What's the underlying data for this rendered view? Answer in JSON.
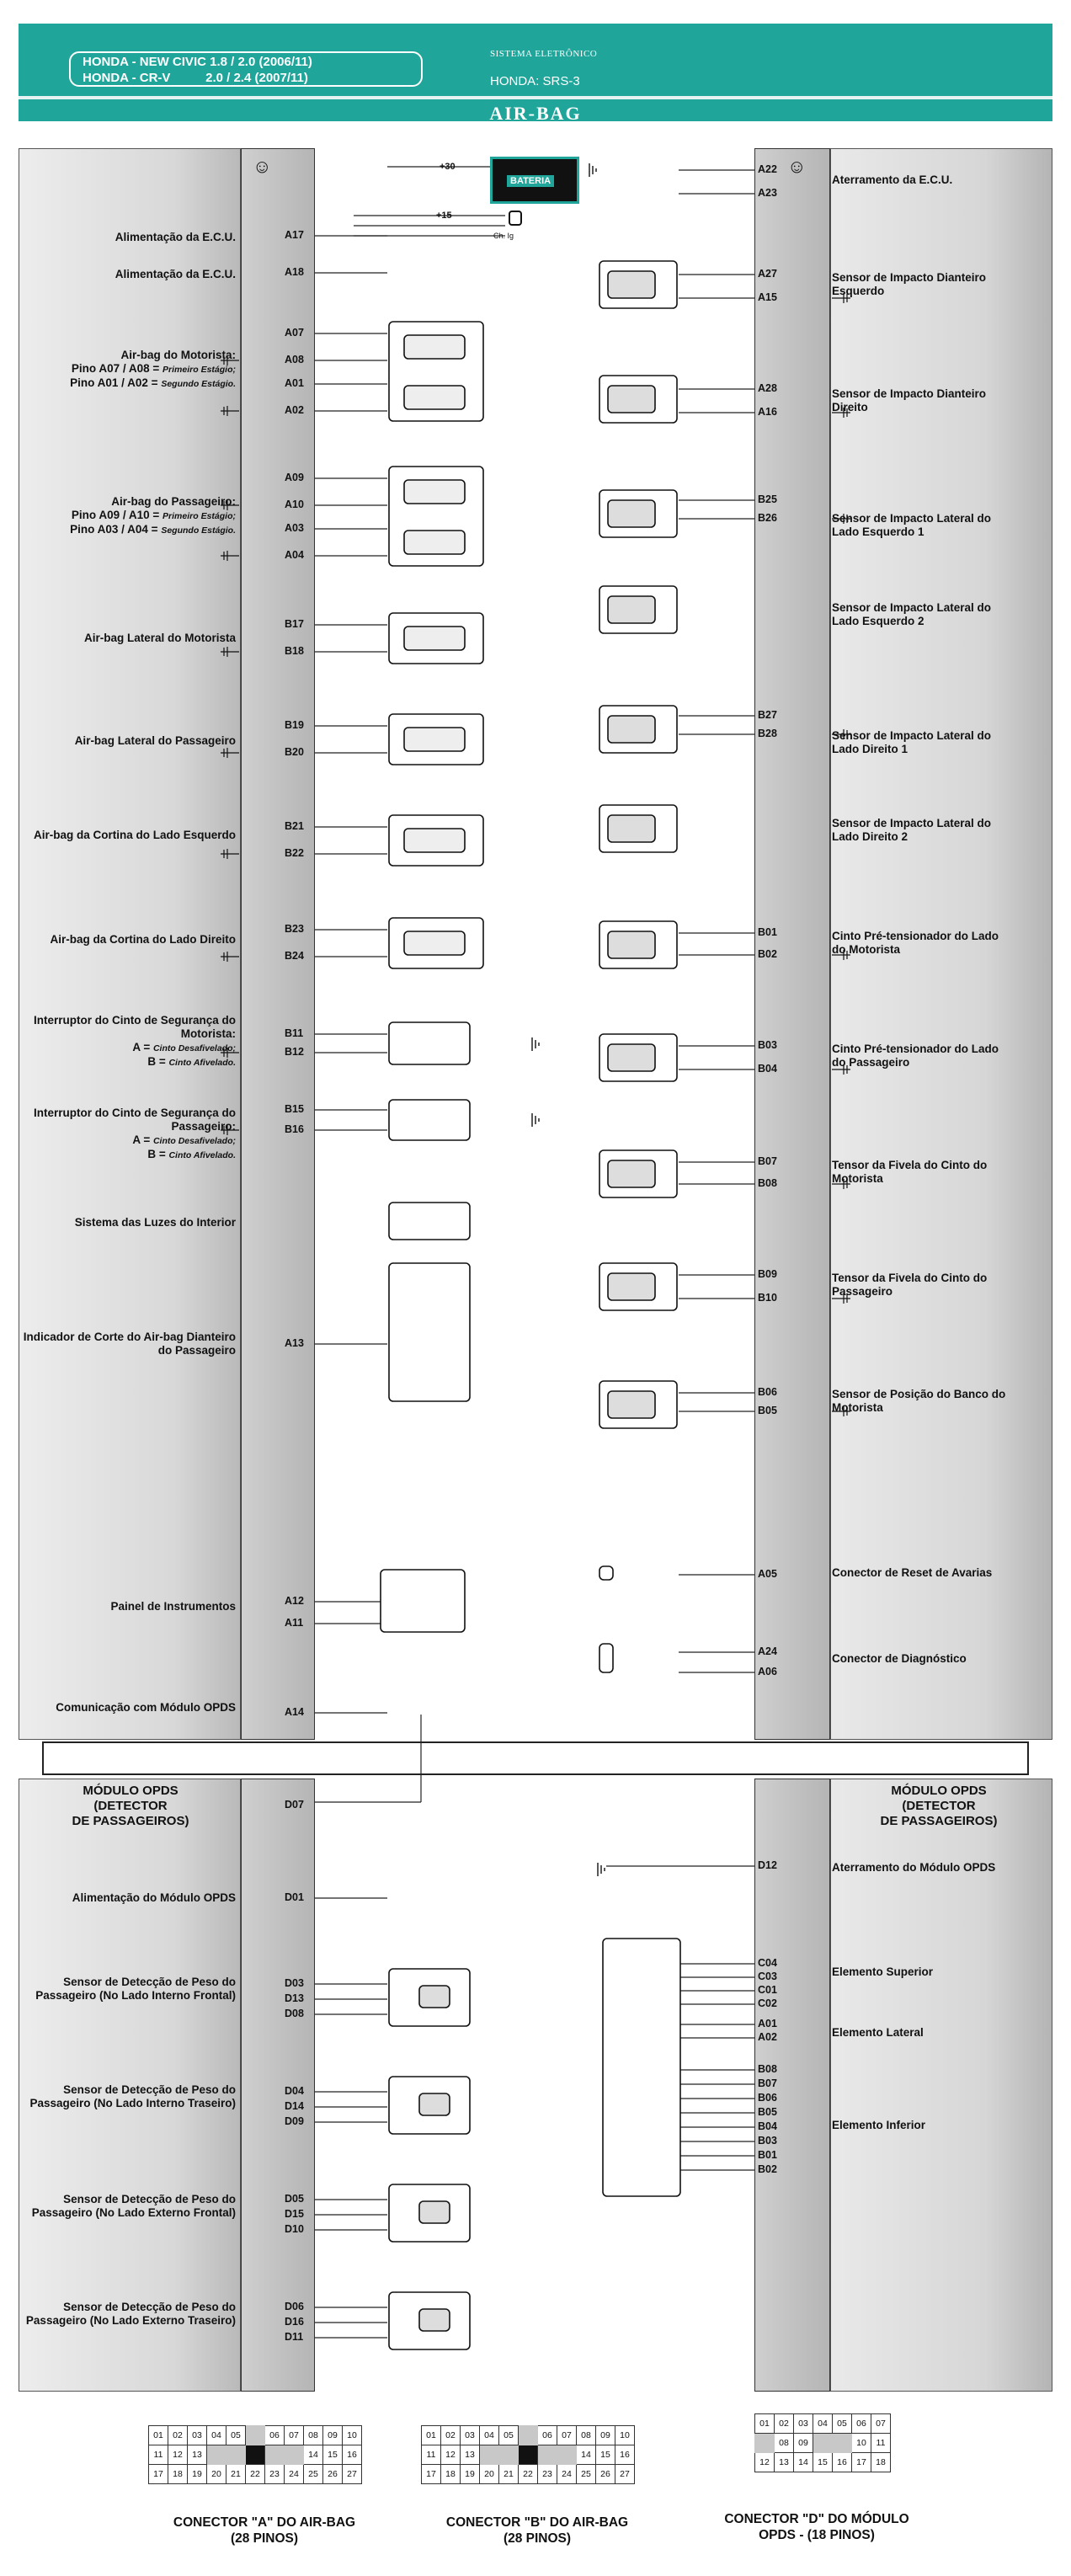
{
  "header": {
    "model_line1": "HONDA - NEW CIVIC 1.8 / 2.0 (2006/11)",
    "model_line2": "HONDA - CR-V          2.0 / 2.4 (2007/11)",
    "subtitle": "SISTEMA ELETRÔNICO",
    "system": "HONDA: SRS-3",
    "title": "AIR-BAG"
  },
  "left_components": [
    {
      "label": "Alimentação da E.C.U.",
      "pins": [
        "A17"
      ]
    },
    {
      "label": "Alimentação da E.C.U.",
      "pins": [
        "A18"
      ]
    },
    {
      "label": "Air-bag do Motorista:",
      "note1": "Pino A07 / A08 = ",
      "note1i": "Primeiro Estágio;",
      "note2": "Pino A01 / A02 = ",
      "note2i": "Segundo Estágio.",
      "pins": [
        "A07",
        "A08",
        "A01",
        "A02"
      ]
    },
    {
      "label": "Air-bag do Passageiro:",
      "note1": "Pino A09 / A10 = ",
      "note1i": "Primeiro Estágio;",
      "note2": "Pino A03 / A04 = ",
      "note2i": "Segundo Estágio.",
      "pins": [
        "A09",
        "A10",
        "A03",
        "A04"
      ]
    },
    {
      "label": "Air-bag Lateral do Motorista",
      "pins": [
        "B17",
        "B18"
      ]
    },
    {
      "label": "Air-bag Lateral do Passageiro",
      "pins": [
        "B19",
        "B20"
      ]
    },
    {
      "label": "Air-bag da Cortina do Lado Esquerdo",
      "pins": [
        "B21",
        "B22"
      ]
    },
    {
      "label": "Air-bag da Cortina do Lado Direito",
      "pins": [
        "B23",
        "B24"
      ]
    },
    {
      "label": "Interruptor do Cinto de Segurança do Motorista:",
      "noteA": "A = ",
      "noteAi": "Cinto Desafivelado;",
      "noteB": "B = ",
      "noteBi": "Cinto Afivelado.",
      "pins": [
        "B11",
        "B12"
      ]
    },
    {
      "label": "Interruptor do Cinto de Segurança do Passageiro:",
      "noteA": "A = ",
      "noteAi": "Cinto Desafivelado;",
      "noteB": "B = ",
      "noteBi": "Cinto Afivelado.",
      "pins": [
        "B15",
        "B16"
      ]
    },
    {
      "label": "Sistema das Luzes do Interior",
      "pins": []
    },
    {
      "label": "Indicador de Corte do Air-bag Dianteiro do Passageiro",
      "pins": [
        "A13"
      ]
    },
    {
      "label": "Painel de Instrumentos",
      "pins": [
        "A12",
        "A11"
      ]
    },
    {
      "label": "Comunicação com Módulo OPDS",
      "pins": [
        "A14"
      ]
    }
  ],
  "right_components": [
    {
      "label": "Aterramento da E.C.U.",
      "pins": [
        "A22",
        "A23"
      ]
    },
    {
      "label": "Sensor de Impacto Dianteiro Esquerdo",
      "pins": [
        "A27",
        "A15"
      ]
    },
    {
      "label": "Sensor de Impacto Dianteiro Direito",
      "pins": [
        "A28",
        "A16"
      ]
    },
    {
      "label": "Sensor de Impacto Lateral do Lado Esquerdo 1",
      "pins": [
        "B25",
        "B26"
      ]
    },
    {
      "label": "Sensor de Impacto Lateral do Lado Esquerdo 2",
      "pins": []
    },
    {
      "label": "Sensor de Impacto Lateral do Lado Direito 1",
      "pins": [
        "B27",
        "B28"
      ]
    },
    {
      "label": "Sensor de Impacto Lateral do Lado Direito 2",
      "pins": []
    },
    {
      "label": "Cinto Pré-tensionador do Lado do Motorista",
      "pins": [
        "B01",
        "B02"
      ]
    },
    {
      "label": "Cinto Pré-tensionador do Lado do Passageiro",
      "pins": [
        "B03",
        "B04"
      ]
    },
    {
      "label": "Tensor da Fivela do Cinto do Motorista",
      "pins": [
        "B07",
        "B08"
      ]
    },
    {
      "label": "Tensor da Fivela do Cinto do Passageiro",
      "pins": [
        "B09",
        "B10"
      ]
    },
    {
      "label": "Sensor de Posição do Banco do Motorista",
      "pins": [
        "B06",
        "B05"
      ]
    },
    {
      "label": "Conector de Reset de Avarias",
      "pins": [
        "A05"
      ]
    },
    {
      "label": "Conector de Diagnóstico",
      "pins": [
        "A24",
        "A06"
      ]
    }
  ],
  "battery": {
    "label": "BATERIA",
    "terminal30": "+30",
    "terminal15": "+15",
    "chave": "Ch. Ig"
  },
  "opds": {
    "title_left": "MÓDULO OPDS\n(DETECTOR\nDE PASSAGEIROS)",
    "title_right": "MÓDULO OPDS\n(DETECTOR\nDE PASSAGEIROS)",
    "pin_d07": "D07",
    "left_components": [
      {
        "label": "Alimentação do Módulo OPDS",
        "pins": [
          "D01"
        ]
      },
      {
        "label": "Sensor de Detecção de Peso do Passageiro (No Lado Interno Frontal)",
        "pins": [
          "D03",
          "D13",
          "D08"
        ]
      },
      {
        "label": "Sensor de Detecção de Peso do Passageiro (No Lado Interno Traseiro)",
        "pins": [
          "D04",
          "D14",
          "D09"
        ]
      },
      {
        "label": "Sensor de Detecção de Peso do Passageiro (No Lado Externo Frontal)",
        "pins": [
          "D05",
          "D15",
          "D10"
        ]
      },
      {
        "label": "Sensor de Detecção de Peso do Passageiro (No Lado Externo Traseiro)",
        "pins": [
          "D06",
          "D16",
          "D11"
        ]
      }
    ],
    "right_components": [
      {
        "label": "Aterramento do Módulo OPDS",
        "pins": [
          "D12"
        ]
      },
      {
        "label": "Elemento Superior",
        "pins": [
          "C04",
          "C03",
          "C01",
          "C02"
        ]
      },
      {
        "label": "Elemento Lateral",
        "pins": [
          "A01",
          "A02"
        ]
      },
      {
        "label": "Elemento Inferior",
        "pins": [
          "B08",
          "B07",
          "B06",
          "B05",
          "B04",
          "B03",
          "B01",
          "B02"
        ]
      }
    ]
  },
  "connectors": [
    {
      "label": "CONECTOR \"A\" DO AIR-BAG\n(28 PINOS)"
    },
    {
      "label": "CONECTOR \"B\" DO AIR-BAG\n(28 PINOS)"
    },
    {
      "label": "CONECTOR \"D\" DO MÓDULO\nOPDS - (18 PINOS)"
    }
  ]
}
